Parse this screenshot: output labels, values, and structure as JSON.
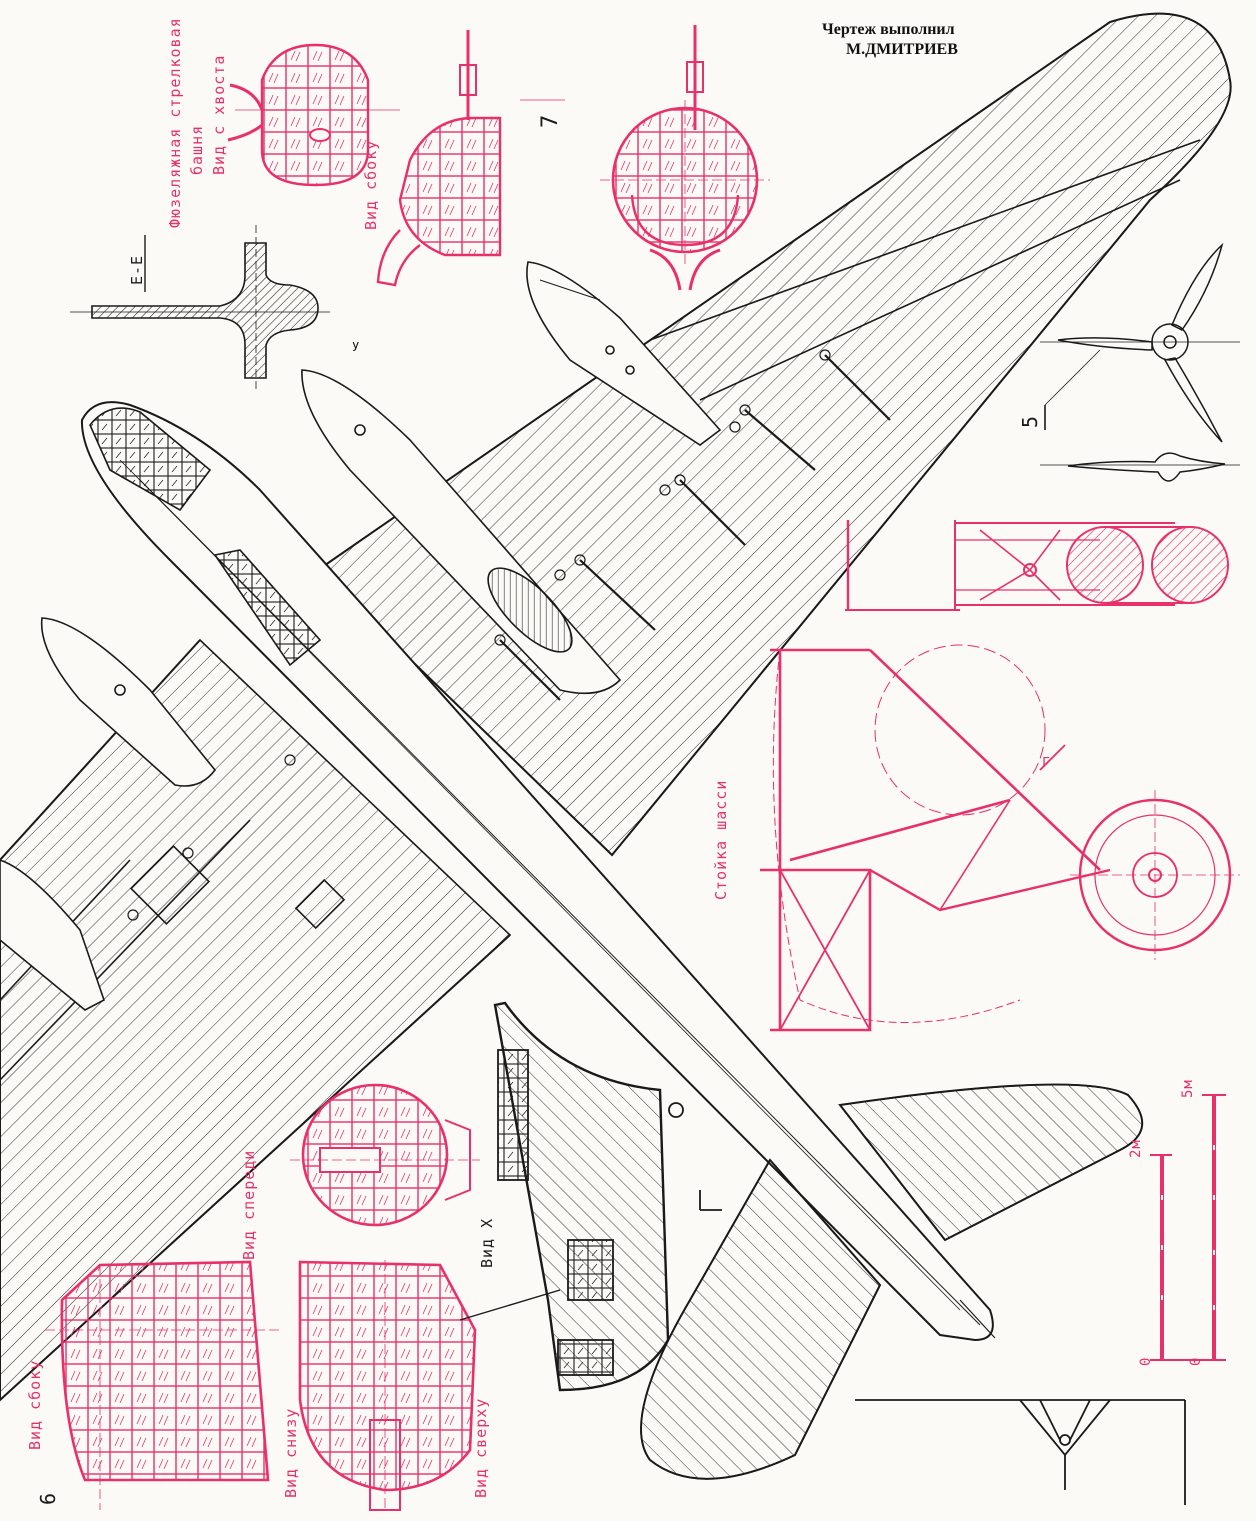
{
  "credit": {
    "line1": "Чертеж выполнил",
    "line2": "М.ДМИТРИЕВ"
  },
  "labels": {
    "turret_title_a": "Фюзеляжная стрелковая",
    "turret_title_b": "башня",
    "view_tail": "Вид с хвоста",
    "view_side_turret": "Вид сбоку",
    "section_ee": "Е-Е",
    "callout_y": "У",
    "callout_7": "7",
    "callout_5": "5",
    "callout_6": "6",
    "callout_g": "Г",
    "gear_strut": "Стойка шасси",
    "view_front": "Вид спереди",
    "view_x": "Вид Х",
    "view_side_nose": "Вид сбоку",
    "view_below": "Вид снизу",
    "view_above": "Вид сверху"
  },
  "scale_bar": {
    "mark_0a": "0",
    "mark_0b": "0",
    "mark_2m": "2м",
    "mark_5m": "5м"
  },
  "colors": {
    "ink": "#1a1a1a",
    "red": "#e8306a",
    "paper": "#fbfaf6"
  }
}
